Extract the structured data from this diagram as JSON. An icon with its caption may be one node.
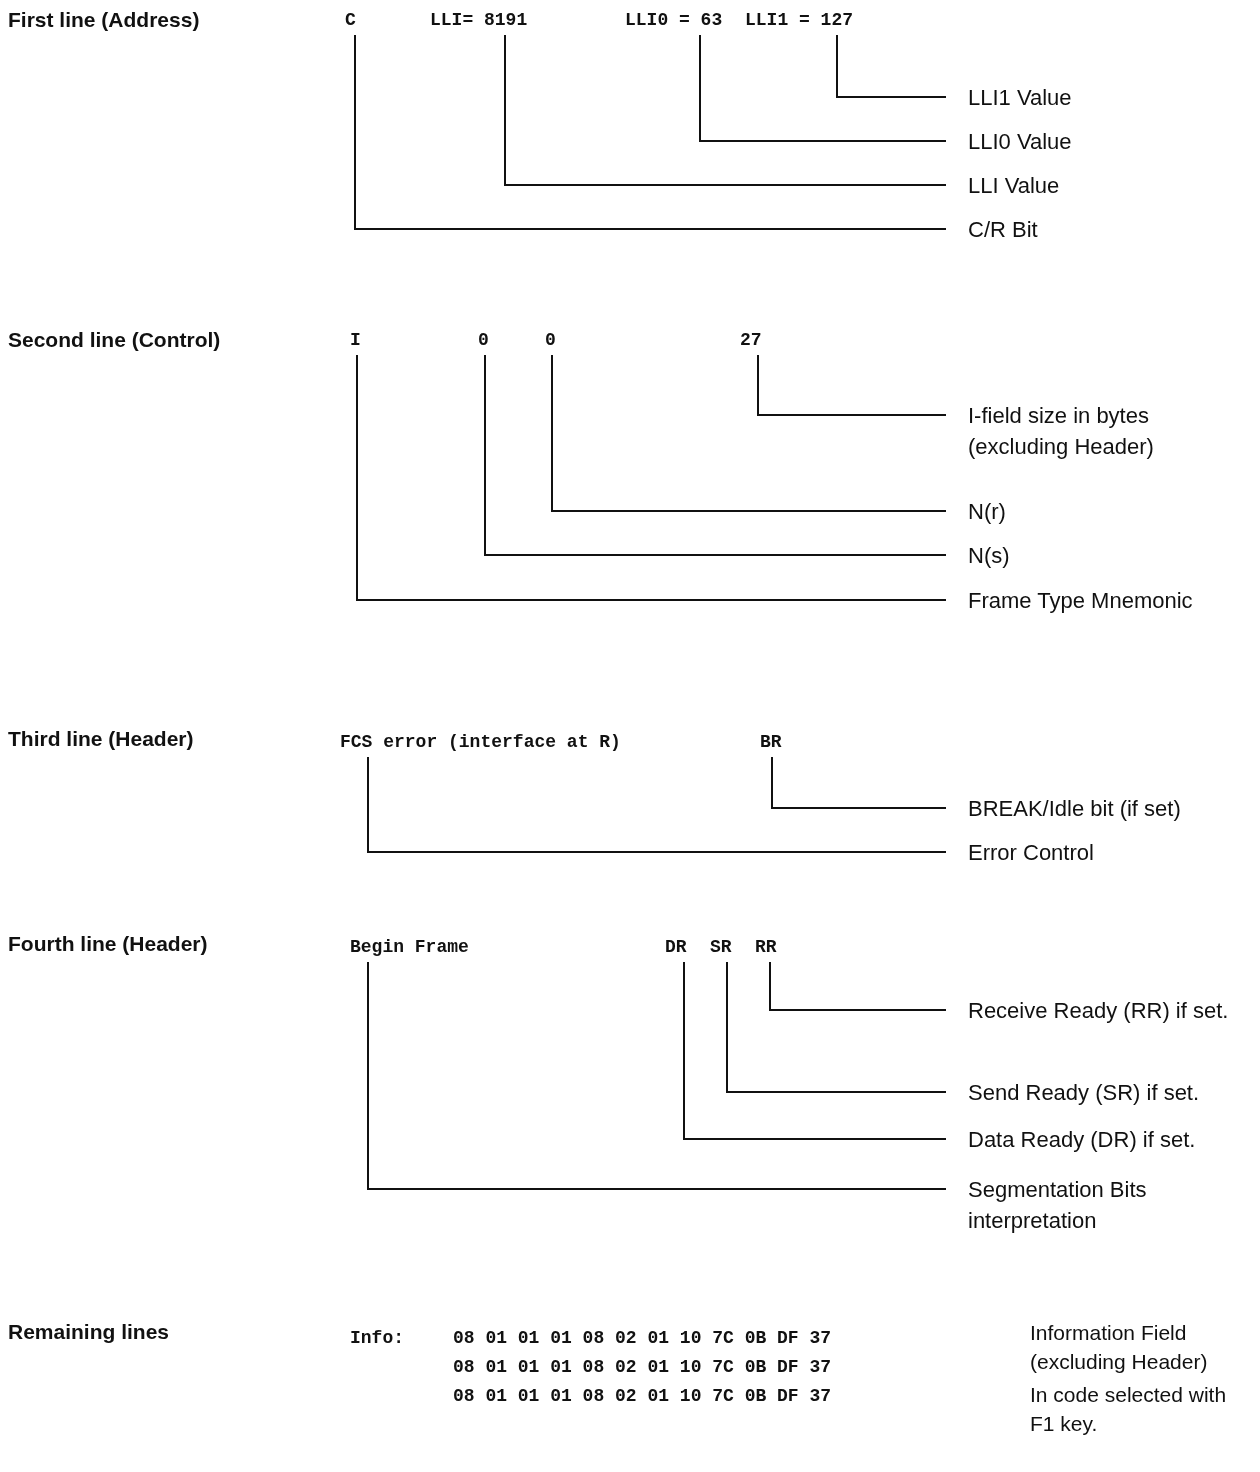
{
  "diagram": {
    "nodes": [
      {
        "text": [
          "C"
        ]
      },
      {
        "text": [
          "LLI= 8191"
        ]
      },
      {
        "text": [
          "LLI0 = 63"
        ]
      },
      {
        "text": [
          "LLI1 = 127"
        ]
      },
      {
        "text": [
          "LLI1 Value"
        ]
      },
      {
        "text": [
          "LLI0 Value"
        ]
      },
      {
        "text": [
          "LLI Value"
        ]
      },
      {
        "text": [
          "C/R Bit"
        ]
      },
      {
        "text": [
          "I"
        ]
      },
      {
        "text": [
          "0"
        ]
      },
      {
        "text": [
          "0"
        ]
      },
      {
        "text": [
          "27"
        ]
      },
      {
        "text": [
          "I-field size in bytes (excluding Header)"
        ]
      },
      {
        "text": [
          "N(r)"
        ]
      },
      {
        "text": [
          "N(s)"
        ]
      },
      {
        "text": [
          "Frame Type Mnemonic"
        ]
      },
      {
        "text": [
          "FCS error (interface at R)"
        ]
      },
      {
        "text": [
          "BR"
        ]
      },
      {
        "text": [
          "BREAK/Idle bit (if set)"
        ]
      },
      {
        "text": [
          "Error Control"
        ]
      },
      {
        "text": [
          "Begin Frame"
        ]
      },
      {
        "text": [
          "DR"
        ]
      },
      {
        "text": [
          "SR"
        ]
      },
      {
        "text": [
          "RR"
        ]
      },
      {
        "text": [
          "Receive Ready (RR) if set."
        ]
      },
      {
        "text": [
          "Send Ready (SR) if set."
        ]
      },
      {
        "text": [
          "Data Ready (DR) if set."
        ]
      },
      {
        "text": [
          "Segmentation Bits interpretation"
        ]
      }
    ],
    "edges": [
      {
        "from": 3,
        "to": 4,
        "arrow": "none"
      },
      {
        "from": 2,
        "to": 5,
        "arrow": "none"
      },
      {
        "from": 1,
        "to": 6,
        "arrow": "none"
      },
      {
        "from": 0,
        "to": 7,
        "arrow": "none"
      },
      {
        "from": 11,
        "to": 12,
        "arrow": "none"
      },
      {
        "from": 10,
        "to": 13,
        "arrow": "none"
      },
      {
        "from": 9,
        "to": 14,
        "arrow": "none"
      },
      {
        "from": 8,
        "to": 15,
        "arrow": "none"
      },
      {
        "from": 17,
        "to": 18,
        "arrow": "none"
      },
      {
        "from": 16,
        "to": 19,
        "arrow": "none"
      },
      {
        "from": 23,
        "to": 24,
        "arrow": "none"
      },
      {
        "from": 22,
        "to": 25,
        "arrow": "none"
      },
      {
        "from": 21,
        "to": 26,
        "arrow": "none"
      },
      {
        "from": 20,
        "to": 27,
        "arrow": "none"
      }
    ],
    "labels": [
      "First line (Address)",
      "Second line (Control)",
      "Third line (Header)",
      "Fourth line (Header)",
      "Remaining lines",
      "Info:",
      "08 01 01 01 08 02 01 10 7C 0B DF 37",
      "08 01 01 01 08 02 01 10 7C 0B DF 37",
      "08 01 01 01 08 02 01 10 7C 0B DF 37",
      "Information Field (excluding Header)",
      "In code selected with F1 key."
    ]
  }
}
